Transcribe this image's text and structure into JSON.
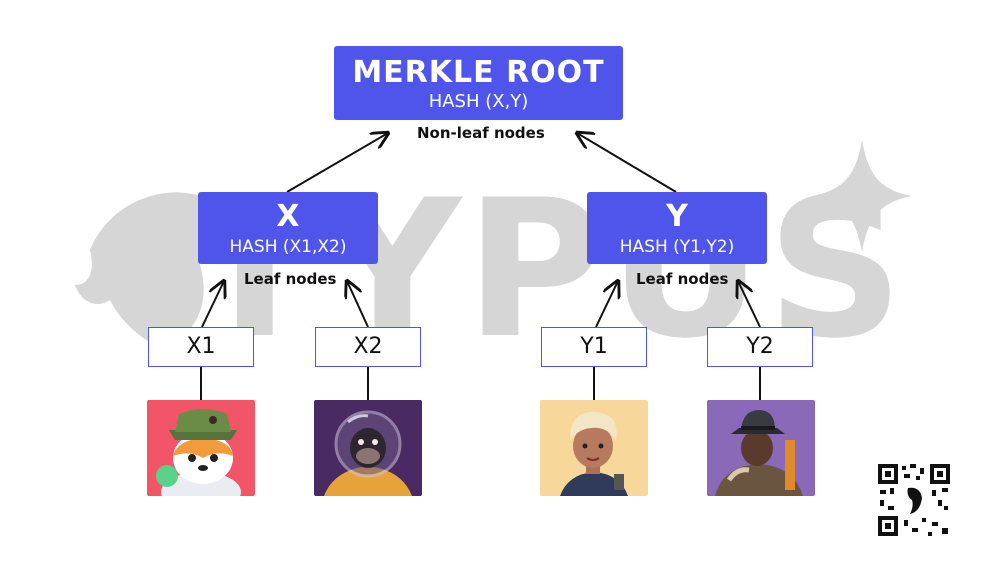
{
  "root": {
    "title": "MERKLE ROOT",
    "hash": "HASH (X,Y)"
  },
  "nonleaf_label": "Non-leaf nodes",
  "left_node": {
    "title": "X",
    "hash": "HASH (X1,X2)",
    "caption": "Leaf nodes"
  },
  "right_node": {
    "title": "Y",
    "hash": "HASH (Y1,Y2)",
    "caption": "Leaf nodes"
  },
  "leaves": [
    "X1",
    "X2",
    "Y1",
    "Y2"
  ],
  "watermark": "TYPUS",
  "colors": {
    "node_fill": "#4f54ea",
    "watermark": "#d6d6d6",
    "text": "#111111"
  },
  "icons": [
    "fox-avatar-icon",
    "astronaut-ape-avatar-icon",
    "woman-avatar-icon",
    "fedora-man-avatar-icon",
    "qr-code-icon",
    "fish-logo-icon",
    "sparkle-icon"
  ]
}
